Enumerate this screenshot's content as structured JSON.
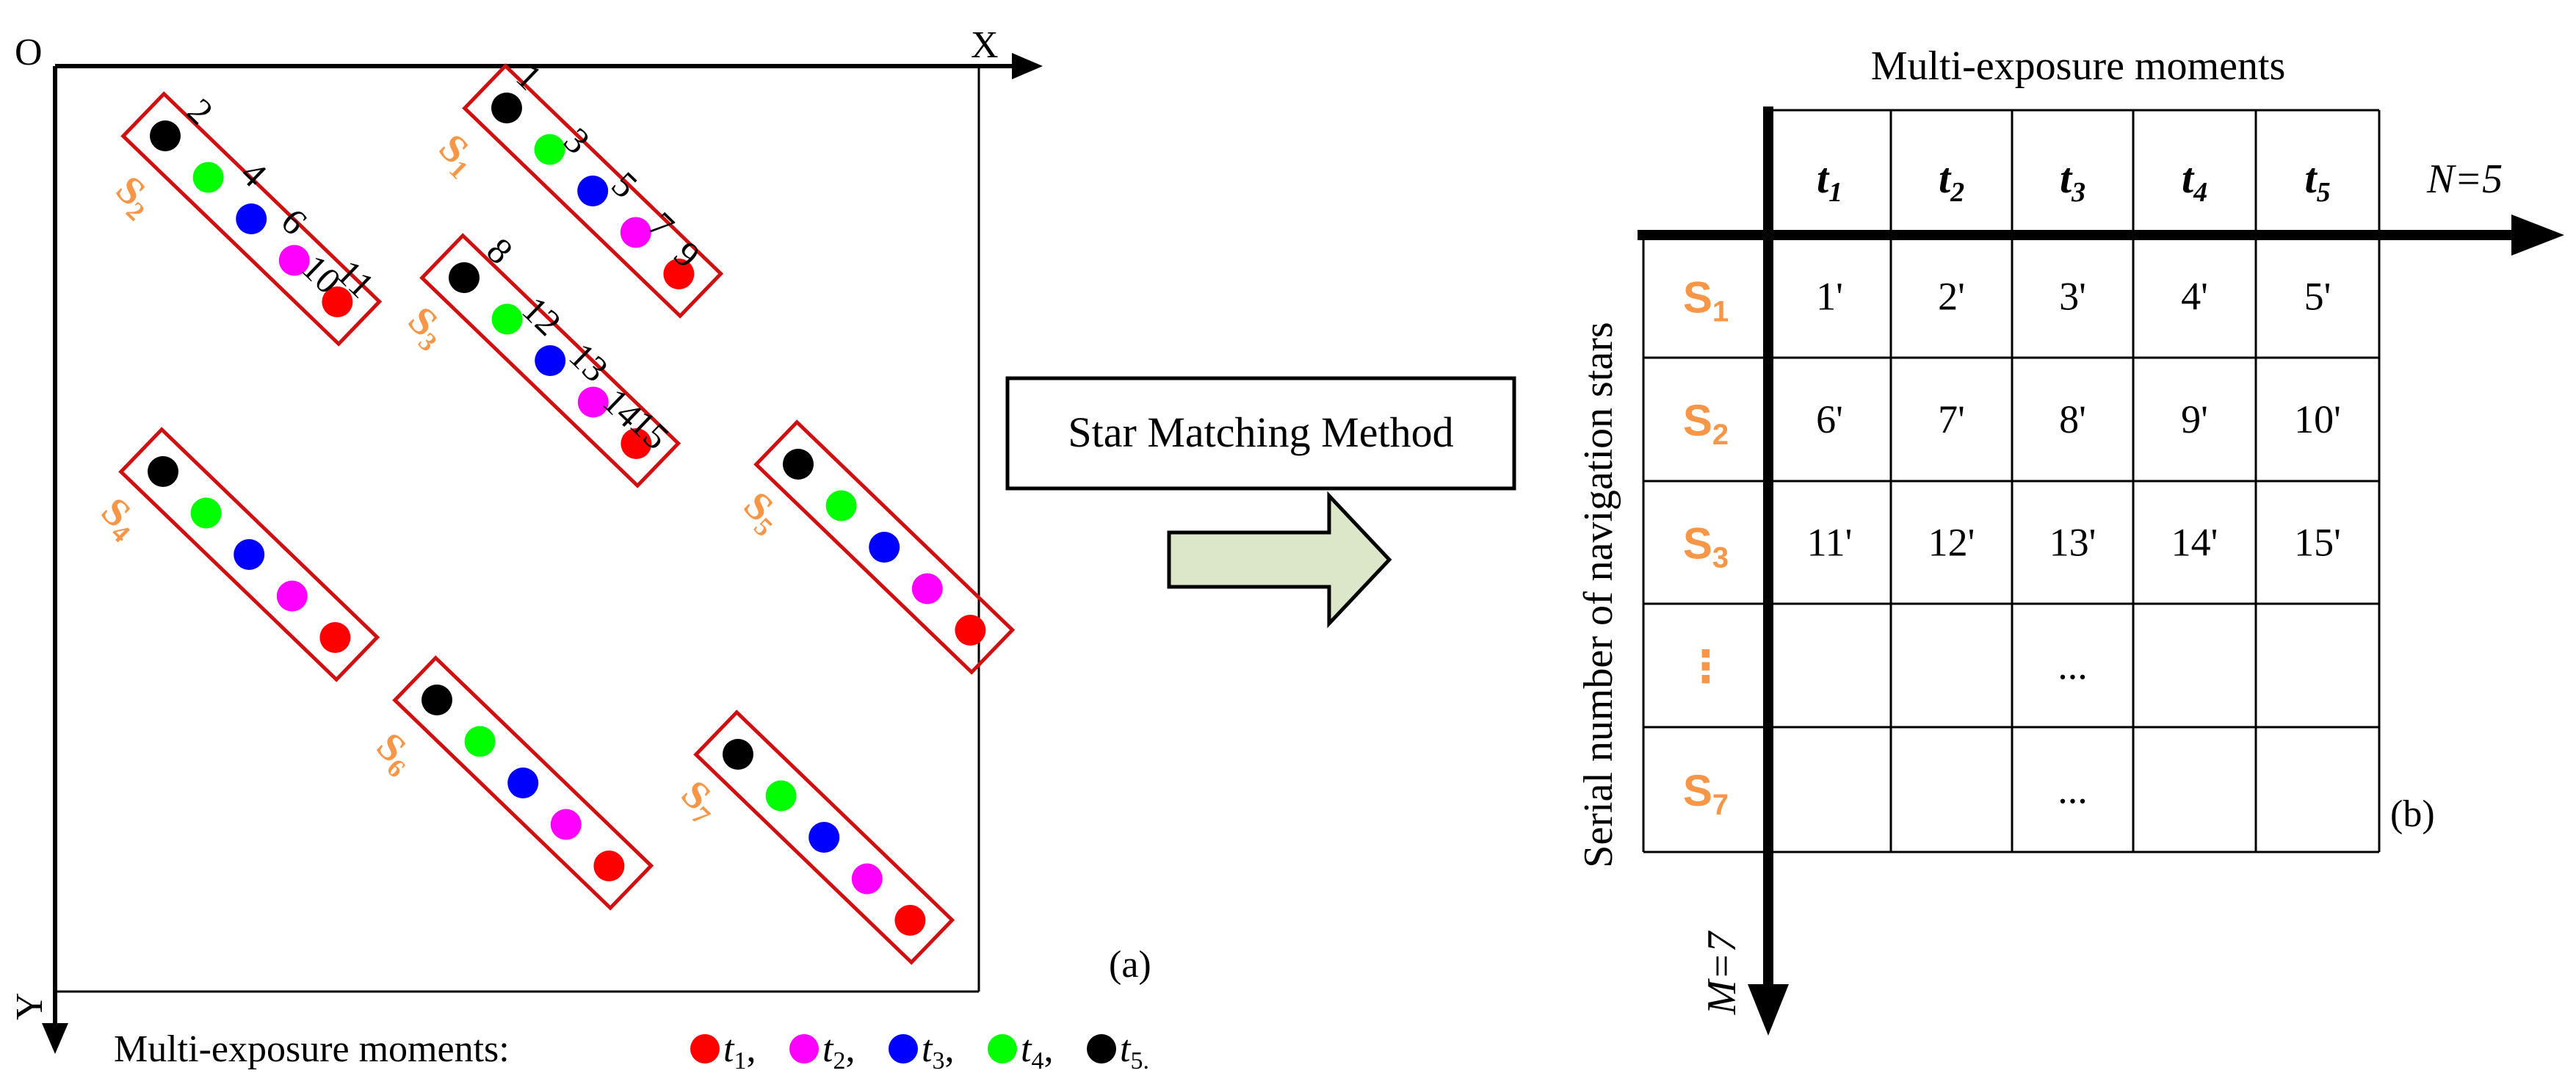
{
  "panel_a": {
    "origin": "O",
    "x_axis": "X",
    "y_axis": "Y",
    "tag": "(a)",
    "legend": {
      "prefix": "Multi-exposure moments:",
      "items": [
        {
          "color": "#ff0000",
          "label": "t",
          "sub": "1",
          "after": ","
        },
        {
          "color": "#ff00ff",
          "label": "t",
          "sub": "2",
          "after": ","
        },
        {
          "color": "#0000ff",
          "label": "t",
          "sub": "3",
          "after": ","
        },
        {
          "color": "#00ff00",
          "label": "t",
          "sub": "4",
          "after": ","
        },
        {
          "color": "#000000",
          "label": "t",
          "sub": "5.",
          "after": ""
        }
      ]
    },
    "groups": [
      {
        "name": "S",
        "sub": "1"
      },
      {
        "name": "S",
        "sub": "2"
      },
      {
        "name": "S",
        "sub": "3"
      },
      {
        "name": "S",
        "sub": "4"
      },
      {
        "name": "S",
        "sub": "5"
      },
      {
        "name": "S",
        "sub": "6"
      },
      {
        "name": "S",
        "sub": "7"
      }
    ],
    "point_numbers": [
      "1",
      "2",
      "3",
      "4",
      "5",
      "6",
      "7",
      "8",
      "9",
      "10",
      "11",
      "12",
      "13",
      "14",
      "15"
    ]
  },
  "middle": {
    "method_label": "Star Matching Method"
  },
  "panel_b": {
    "title": "Multi-exposure moments",
    "y_label": "Serial number of navigation stars",
    "n_label": "N=5",
    "m_label": "M=7",
    "tag": "(b)",
    "columns": [
      {
        "label": "t",
        "sub": "1"
      },
      {
        "label": "t",
        "sub": "2"
      },
      {
        "label": "t",
        "sub": "3"
      },
      {
        "label": "t",
        "sub": "4"
      },
      {
        "label": "t",
        "sub": "5"
      }
    ],
    "rows": [
      {
        "label": "S",
        "sub": "1",
        "cells": [
          "1'",
          "2'",
          "3'",
          "4'",
          "5'"
        ]
      },
      {
        "label": "S",
        "sub": "2",
        "cells": [
          "6'",
          "7'",
          "8'",
          "9'",
          "10'"
        ]
      },
      {
        "label": "S",
        "sub": "3",
        "cells": [
          "11'",
          "12'",
          "13'",
          "14'",
          "15'"
        ]
      },
      {
        "label": "⋮",
        "sub": "",
        "cells": [
          "",
          "",
          "...",
          "",
          ""
        ]
      },
      {
        "label": "S",
        "sub": "7",
        "cells": [
          "",
          "",
          "...",
          "",
          ""
        ]
      }
    ]
  },
  "colors": {
    "orange": "#f79646",
    "box_red": "#d01010",
    "arrow_fill": "#dce6c8"
  }
}
